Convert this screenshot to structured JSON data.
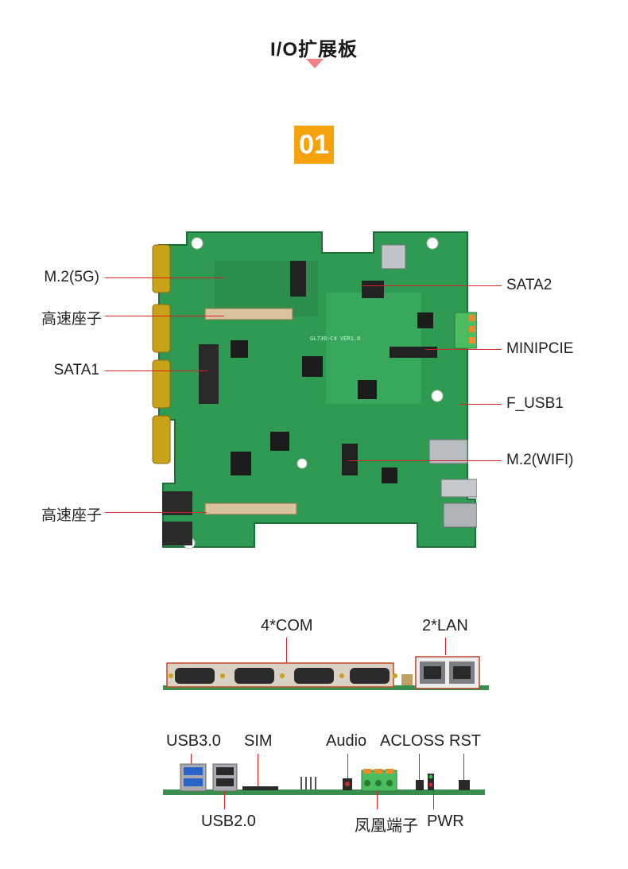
{
  "page": {
    "title": "I/O扩展板",
    "badge": "01"
  },
  "board_labels": {
    "m2_5g": "M.2(5G)",
    "high_speed_1": "高速座子",
    "sata1": "SATA1",
    "high_speed_2": "高速座子",
    "sata2": "SATA2",
    "minipcie": "MINIPCIE",
    "f_usb1": "F_USB1",
    "m2_wifi": "M.2(WIFI)"
  },
  "board_silkscreen": {
    "version": "GL730-C4 VER1.0"
  },
  "front_panel": {
    "com": "4*COM",
    "lan": "2*LAN"
  },
  "rear_panel": {
    "usb30": "USB3.0",
    "sim": "SIM",
    "audio": "Audio",
    "acloss": "ACLOSS",
    "rst": "RST",
    "usb20": "USB2.0",
    "phoenix": "凤凰端子",
    "pwr": "PWR"
  },
  "colors": {
    "accent_badge": "#f5a20d",
    "pointer_line": "#d8222b",
    "pcb_green": "#2f9a52",
    "marker_triangle": "#f07f86"
  }
}
